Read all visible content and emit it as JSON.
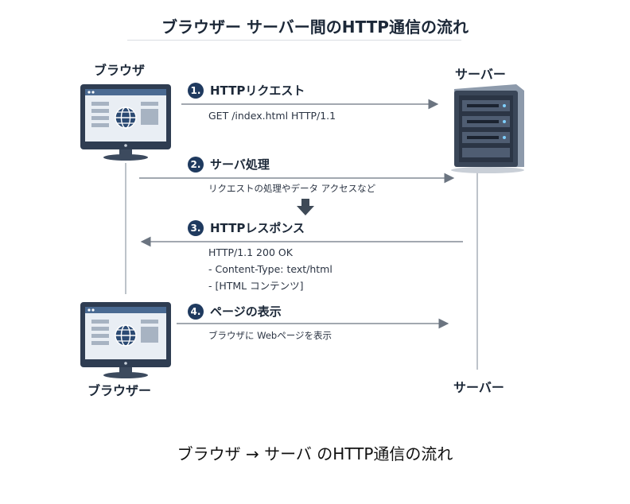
{
  "title": "ブラウザー サーバー間のHTTP通信の流れ",
  "labels": {
    "browser_top": "ブラウザ",
    "server_top": "サーバー",
    "browser_bottom": "ブラウザー",
    "server_bottom": "サーバー"
  },
  "steps": [
    {
      "num": "1.",
      "title": "HTTPリクエスト",
      "details": [
        "GET /index.html  HTTP/1.1"
      ],
      "direction": "right"
    },
    {
      "num": "2.",
      "title": "サーバ処理",
      "details": [
        "リクエストの処理やデータ アクセスなど"
      ],
      "direction": "right"
    },
    {
      "num": "3.",
      "title": "HTTPレスポンス",
      "details": [
        "HTTP/1.1 200 OK",
        "- Content-Type: text/html",
        "- [HTML コンテンツ]"
      ],
      "direction": "left"
    },
    {
      "num": "4.",
      "title": "ページの表示",
      "details": [
        "ブラウザに Webページを表示"
      ],
      "direction": "right"
    }
  ],
  "caption": "ブラウザ → サーバ のHTTP通信の流れ",
  "colors": {
    "accent": "#1f3a5f",
    "arrow": "#6b7480",
    "monitor": "#2f3d52"
  },
  "icons": [
    "monitor-globe-icon",
    "server-tower-icon",
    "arrow-down-icon"
  ]
}
